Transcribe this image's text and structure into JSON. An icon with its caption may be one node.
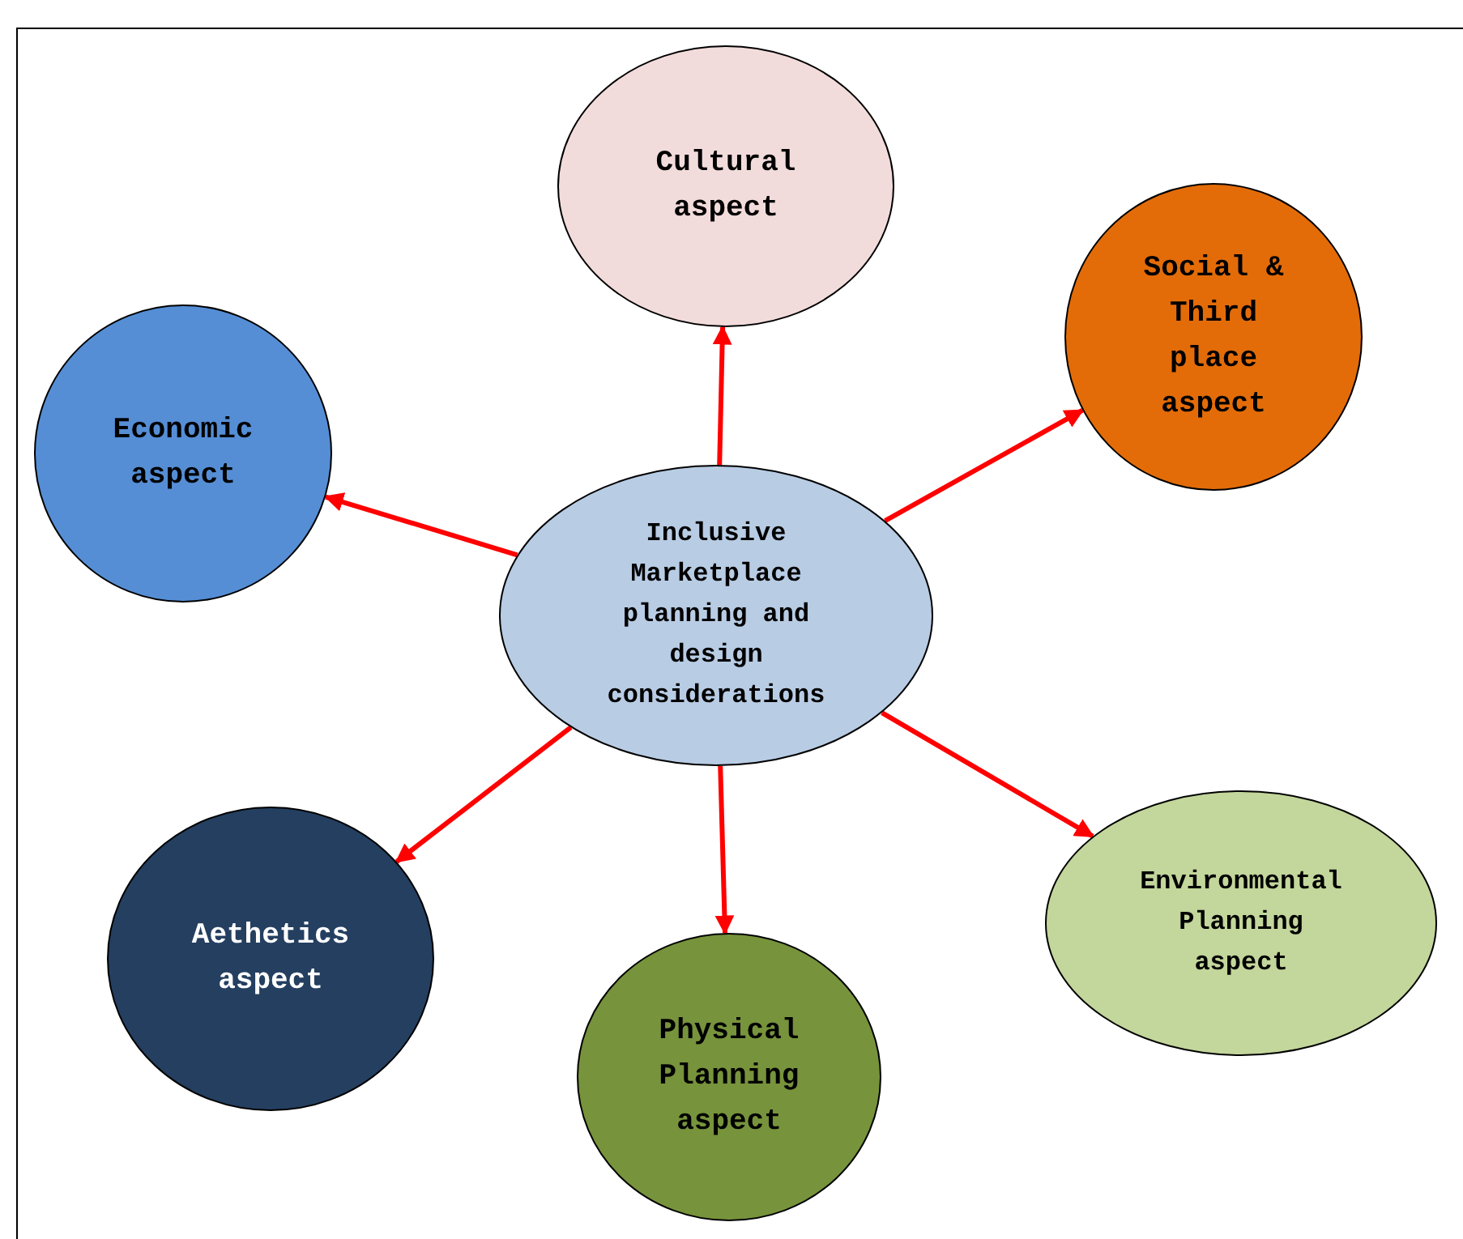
{
  "diagram": {
    "nodes": [
      {
        "text": [
          "Inclusive Marketplace planning and design considerations"
        ]
      },
      {
        "text": [
          "Cultural aspect"
        ]
      },
      {
        "text": [
          "Social & Third place aspect"
        ]
      },
      {
        "text": [
          "Economic aspect"
        ]
      },
      {
        "text": [
          "Environmental Planning aspect"
        ]
      },
      {
        "text": [
          "Physical Planning aspect"
        ]
      },
      {
        "text": [
          "Aethetics aspect"
        ]
      }
    ],
    "edges": [
      {
        "from": 0,
        "to": 1,
        "arrow": "to"
      },
      {
        "from": 0,
        "to": 2,
        "arrow": "to"
      },
      {
        "from": 0,
        "to": 3,
        "arrow": "to"
      },
      {
        "from": 0,
        "to": 4,
        "arrow": "to"
      },
      {
        "from": 0,
        "to": 5,
        "arrow": "to"
      },
      {
        "from": 0,
        "to": 6,
        "arrow": "to"
      }
    ]
  }
}
